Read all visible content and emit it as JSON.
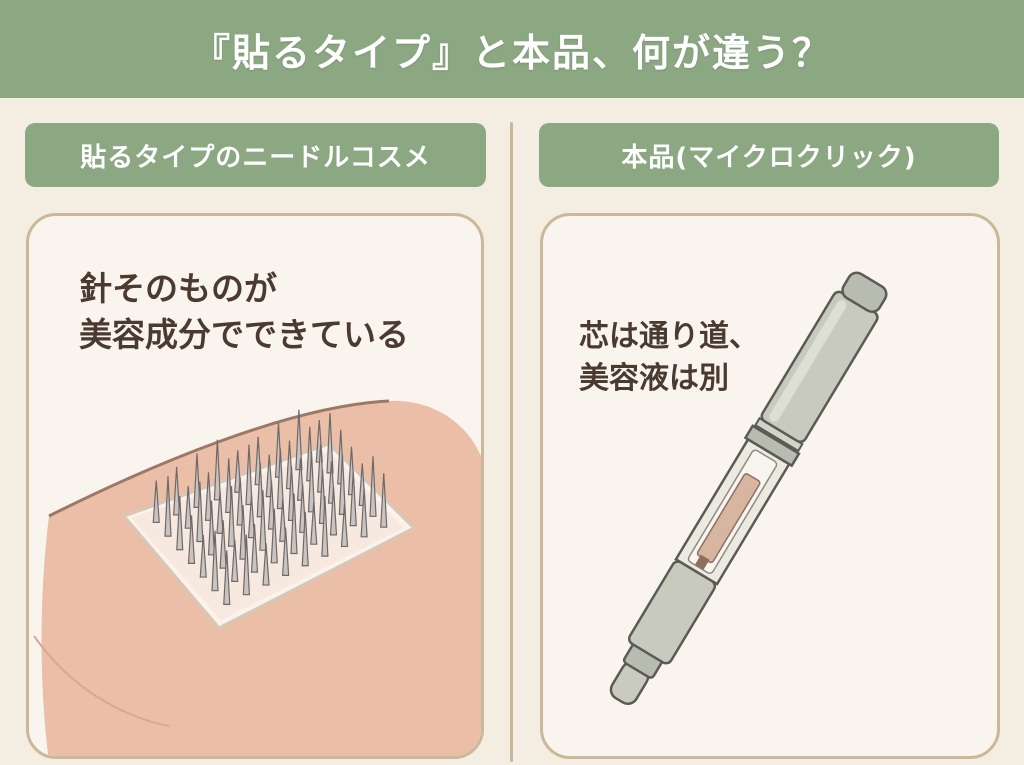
{
  "banner": {
    "title": "『貼るタイプ』と本品、何が違う？"
  },
  "left": {
    "label": "貼るタイプのニードルコスメ",
    "caption_line1": "針そのものが",
    "caption_line2": "美容成分でできている"
  },
  "right": {
    "label": "本品(マイクロクリック)",
    "caption_line1": "芯は通り道、",
    "caption_line2": "美容液は別"
  },
  "colors": {
    "accent_green": "#8ba883",
    "background": "#f3ede2",
    "panel_border": "#cbb89a",
    "text_dark": "#4a3a30",
    "skin": "#ebbea7"
  },
  "icons": {
    "left_illustration": "microneedle-patch-on-skin",
    "right_illustration": "micro-click-pen"
  }
}
